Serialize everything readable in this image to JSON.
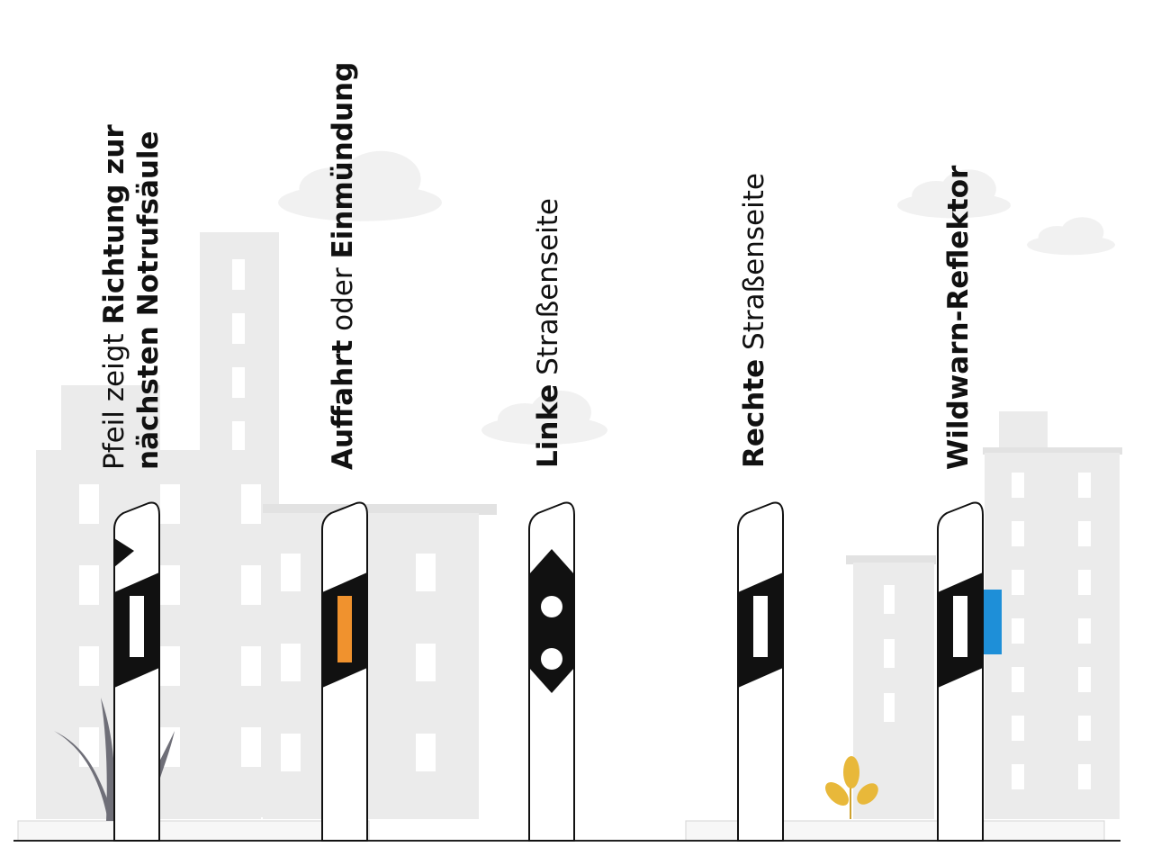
{
  "colors": {
    "background": "#ffffff",
    "building": "#ebebeb",
    "building_dark": "#e2e2e2",
    "window": "#ffffff",
    "cloud": "#f1f1f1",
    "ground": "#222222",
    "post_fill": "#ffffff",
    "post_stroke": "#111111",
    "band": "#111111",
    "reflector_white": "#ffffff",
    "reflector_orange": "#f0922e",
    "wildlife_reflector": "#1e8fd8",
    "grass": "#6f6f78",
    "plant": "#e8b83a"
  },
  "posts": [
    {
      "id": "notrufsaeule",
      "label": {
        "lines": [
          [
            {
              "text": "Pfeil zeigt ",
              "weight": "light"
            },
            {
              "text": "Richtung zur",
              "weight": "bold"
            }
          ],
          [
            {
              "text": "nächsten Notrufsäule",
              "weight": "bold"
            }
          ]
        ]
      },
      "marking": "arrow-band",
      "icon": "roadside-post-arrow-icon"
    },
    {
      "id": "auffahrt",
      "label": {
        "lines": [
          [
            {
              "text": "Auffahrt",
              "weight": "bold"
            },
            {
              "text": " oder ",
              "weight": "light"
            },
            {
              "text": "Einmündung",
              "weight": "bold"
            }
          ]
        ]
      },
      "marking": "orange-reflector",
      "icon": "roadside-post-orange-icon"
    },
    {
      "id": "linke-seite",
      "label": {
        "lines": [
          [
            {
              "text": "Linke",
              "weight": "bold"
            },
            {
              "text": " Straßenseite",
              "weight": "light"
            }
          ]
        ]
      },
      "marking": "two-dots",
      "icon": "roadside-post-left-icon"
    },
    {
      "id": "rechte-seite",
      "label": {
        "lines": [
          [
            {
              "text": "Rechte",
              "weight": "bold"
            },
            {
              "text": " Straßenseite",
              "weight": "light"
            }
          ]
        ]
      },
      "marking": "white-bar",
      "icon": "roadside-post-right-icon"
    },
    {
      "id": "wildwarn",
      "label": {
        "lines": [
          [
            {
              "text": "Wildwarn-Reflektor",
              "weight": "bold"
            }
          ]
        ]
      },
      "marking": "wildlife-reflector",
      "icon": "roadside-post-wildlife-icon"
    }
  ]
}
